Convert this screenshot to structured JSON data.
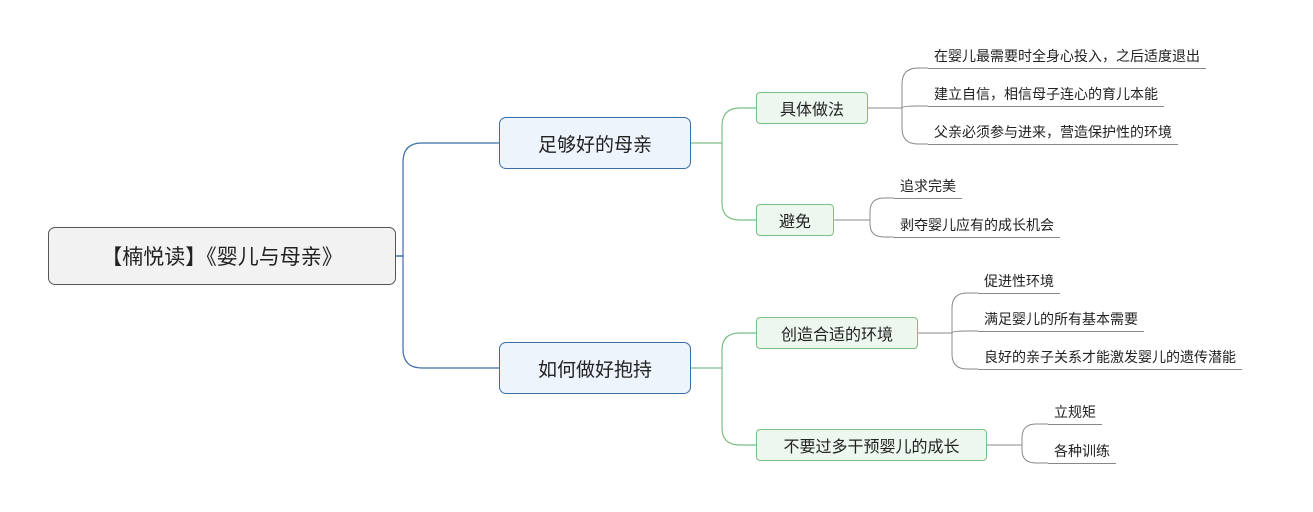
{
  "mindmap": {
    "root": "【楠悦读】《婴儿与母亲》",
    "branches": [
      {
        "label": "足够好的母亲",
        "children": [
          {
            "label": "具体做法",
            "leaves": [
              "在婴儿最需要时全身心投入，之后适度退出",
              "建立自信，相信母子连心的育儿本能",
              "父亲必须参与进来，营造保护性的环境"
            ]
          },
          {
            "label": "避免",
            "leaves": [
              "追求完美",
              "剥夺婴儿应有的成长机会"
            ]
          }
        ]
      },
      {
        "label": "如何做好抱持",
        "children": [
          {
            "label": "创造合适的环境",
            "leaves": [
              "促进性环境",
              "满足婴儿的所有基本需要",
              "良好的亲子关系才能激发婴儿的遗传潜能"
            ]
          },
          {
            "label": "不要过多干预婴儿的成长",
            "leaves": [
              "立规矩",
              "各种训练"
            ]
          }
        ]
      }
    ]
  },
  "colors": {
    "root_border": "#555555",
    "branch_line": "#3b6ea5",
    "sub_line": "#7cbf83",
    "leaf_line": "#888888"
  }
}
